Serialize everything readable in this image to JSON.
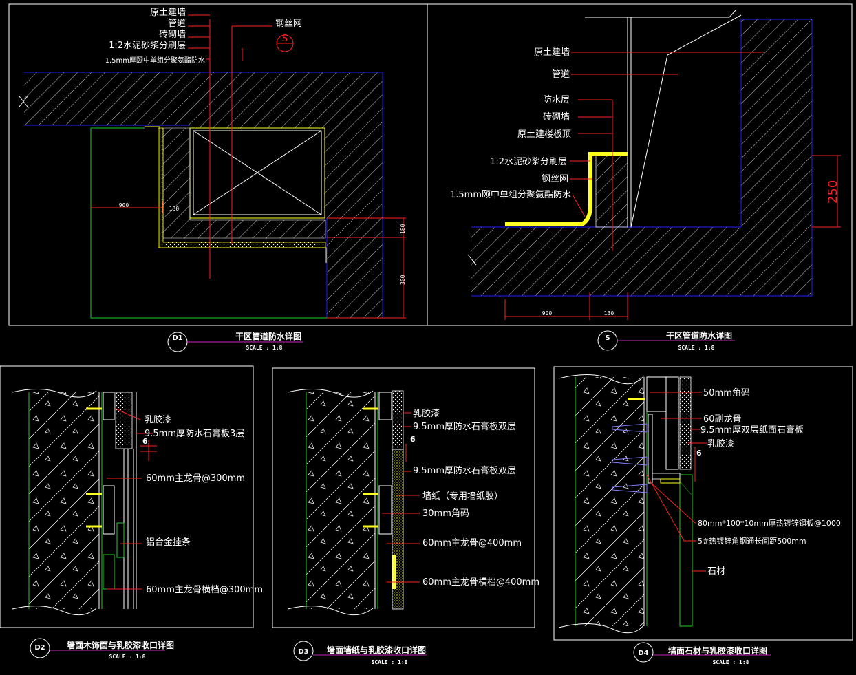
{
  "panels": {
    "d1": {
      "labels": [
        "原土建墙",
        "管道",
        "砖砌墙",
        "1:2水泥砂浆分刷层",
        "1.5mm厚颐中单组分聚氨酯防水"
      ],
      "mesh_label": "钢丝网",
      "section_symbol": "S",
      "dims": [
        "900",
        "130",
        "180",
        "300"
      ],
      "tag": "D1",
      "title": "干区管道防水详图",
      "scale": "SCALE : 1:8"
    },
    "s": {
      "labels": [
        "原土建墙",
        "管道",
        "防水层",
        "砖砌墙",
        "原土建楼板顶",
        "1:2水泥砂浆分刷层",
        "钢丝网",
        "1.5mm颐中单组分聚氨酯防水"
      ],
      "dims": [
        "900",
        "130"
      ],
      "height_dim": "250",
      "tag": "S",
      "title": "干区管道防水详图",
      "scale": "SCALE : 1:8"
    },
    "d2": {
      "labels": [
        "乳胶漆",
        "9.5mm厚防水石膏板3层",
        "60mm主龙骨@300mm",
        "铝合金挂条",
        "60mm主龙骨横档@300mm"
      ],
      "gap": "6",
      "tag": "D2",
      "title": "墙面木饰面与乳胶漆收口详图",
      "scale": "SCALE : 1:8"
    },
    "d3": {
      "labels": [
        "乳胶漆",
        "9.5mm厚防水石膏板双层",
        "9.5mm厚防水石膏板双层",
        "墙纸（专用墙纸胶）",
        "30mm角码",
        "60mm主龙骨@400mm",
        "60mm主龙骨横档@400mm"
      ],
      "gap": "6",
      "tag": "D3",
      "title": "墙面墙纸与乳胶漆收口详图",
      "scale": "SCALE : 1:8"
    },
    "d4": {
      "labels": [
        "50mm角码",
        "60副龙骨",
        "9.5mm厚双层纸面石膏板",
        "乳胶漆",
        "80mm*100*10mm厚热镀锌钢板@1000",
        "5#热镀锌角钢通长间距500mm",
        "石材"
      ],
      "gap": "6",
      "tag": "D4",
      "title": "墙面石材与乳胶漆收口详图",
      "scale": "SCALE : 1:8"
    }
  },
  "colors": {
    "background": "#000000",
    "leader": "#ff2020",
    "outline": "#2020ff",
    "wall_line": "#20d020",
    "finish": "#ffff20",
    "title_line": "#d020d0"
  }
}
